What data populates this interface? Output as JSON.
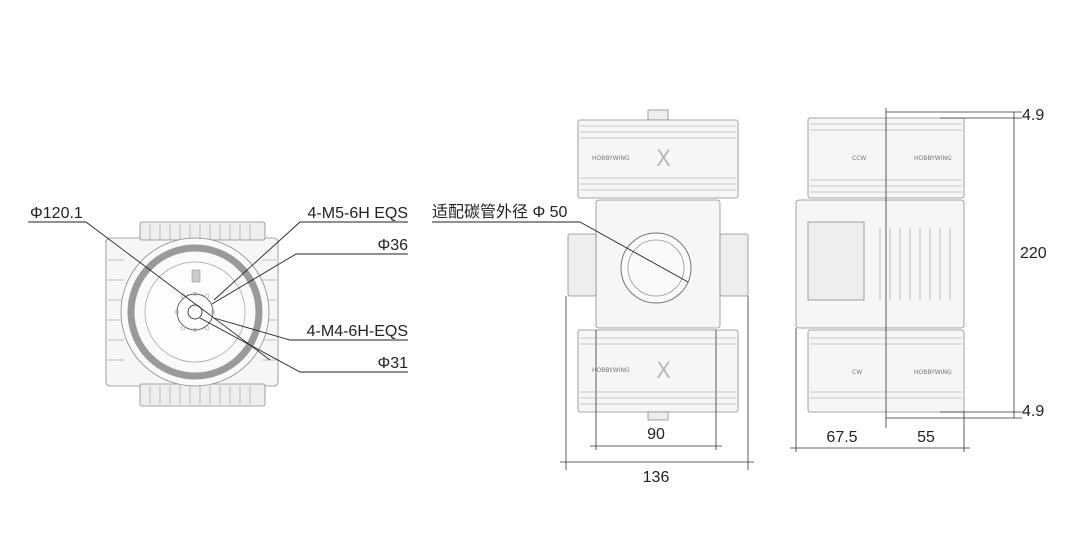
{
  "front_view": {
    "callouts": {
      "outer_diameter": "Φ120.1",
      "top_threads": "4-M5-6H EQS",
      "bore_36": "Φ36",
      "bottom_threads": "4-M4-6H-EQS",
      "bore_31": "Φ31"
    }
  },
  "side_view": {
    "tube_note": "适配碳管外径 Φ 50",
    "width_inner": "90",
    "width_total": "136"
  },
  "end_view": {
    "top_offset": "4.9",
    "bottom_offset": "4.9",
    "height": "220",
    "left_width": "67.5",
    "right_width": "55",
    "rotation_top": "CCW",
    "rotation_bottom": "CW"
  },
  "colors": {
    "ring": "#9a9a9a",
    "line": "#222222",
    "part_fill": "#f6f6f6"
  }
}
